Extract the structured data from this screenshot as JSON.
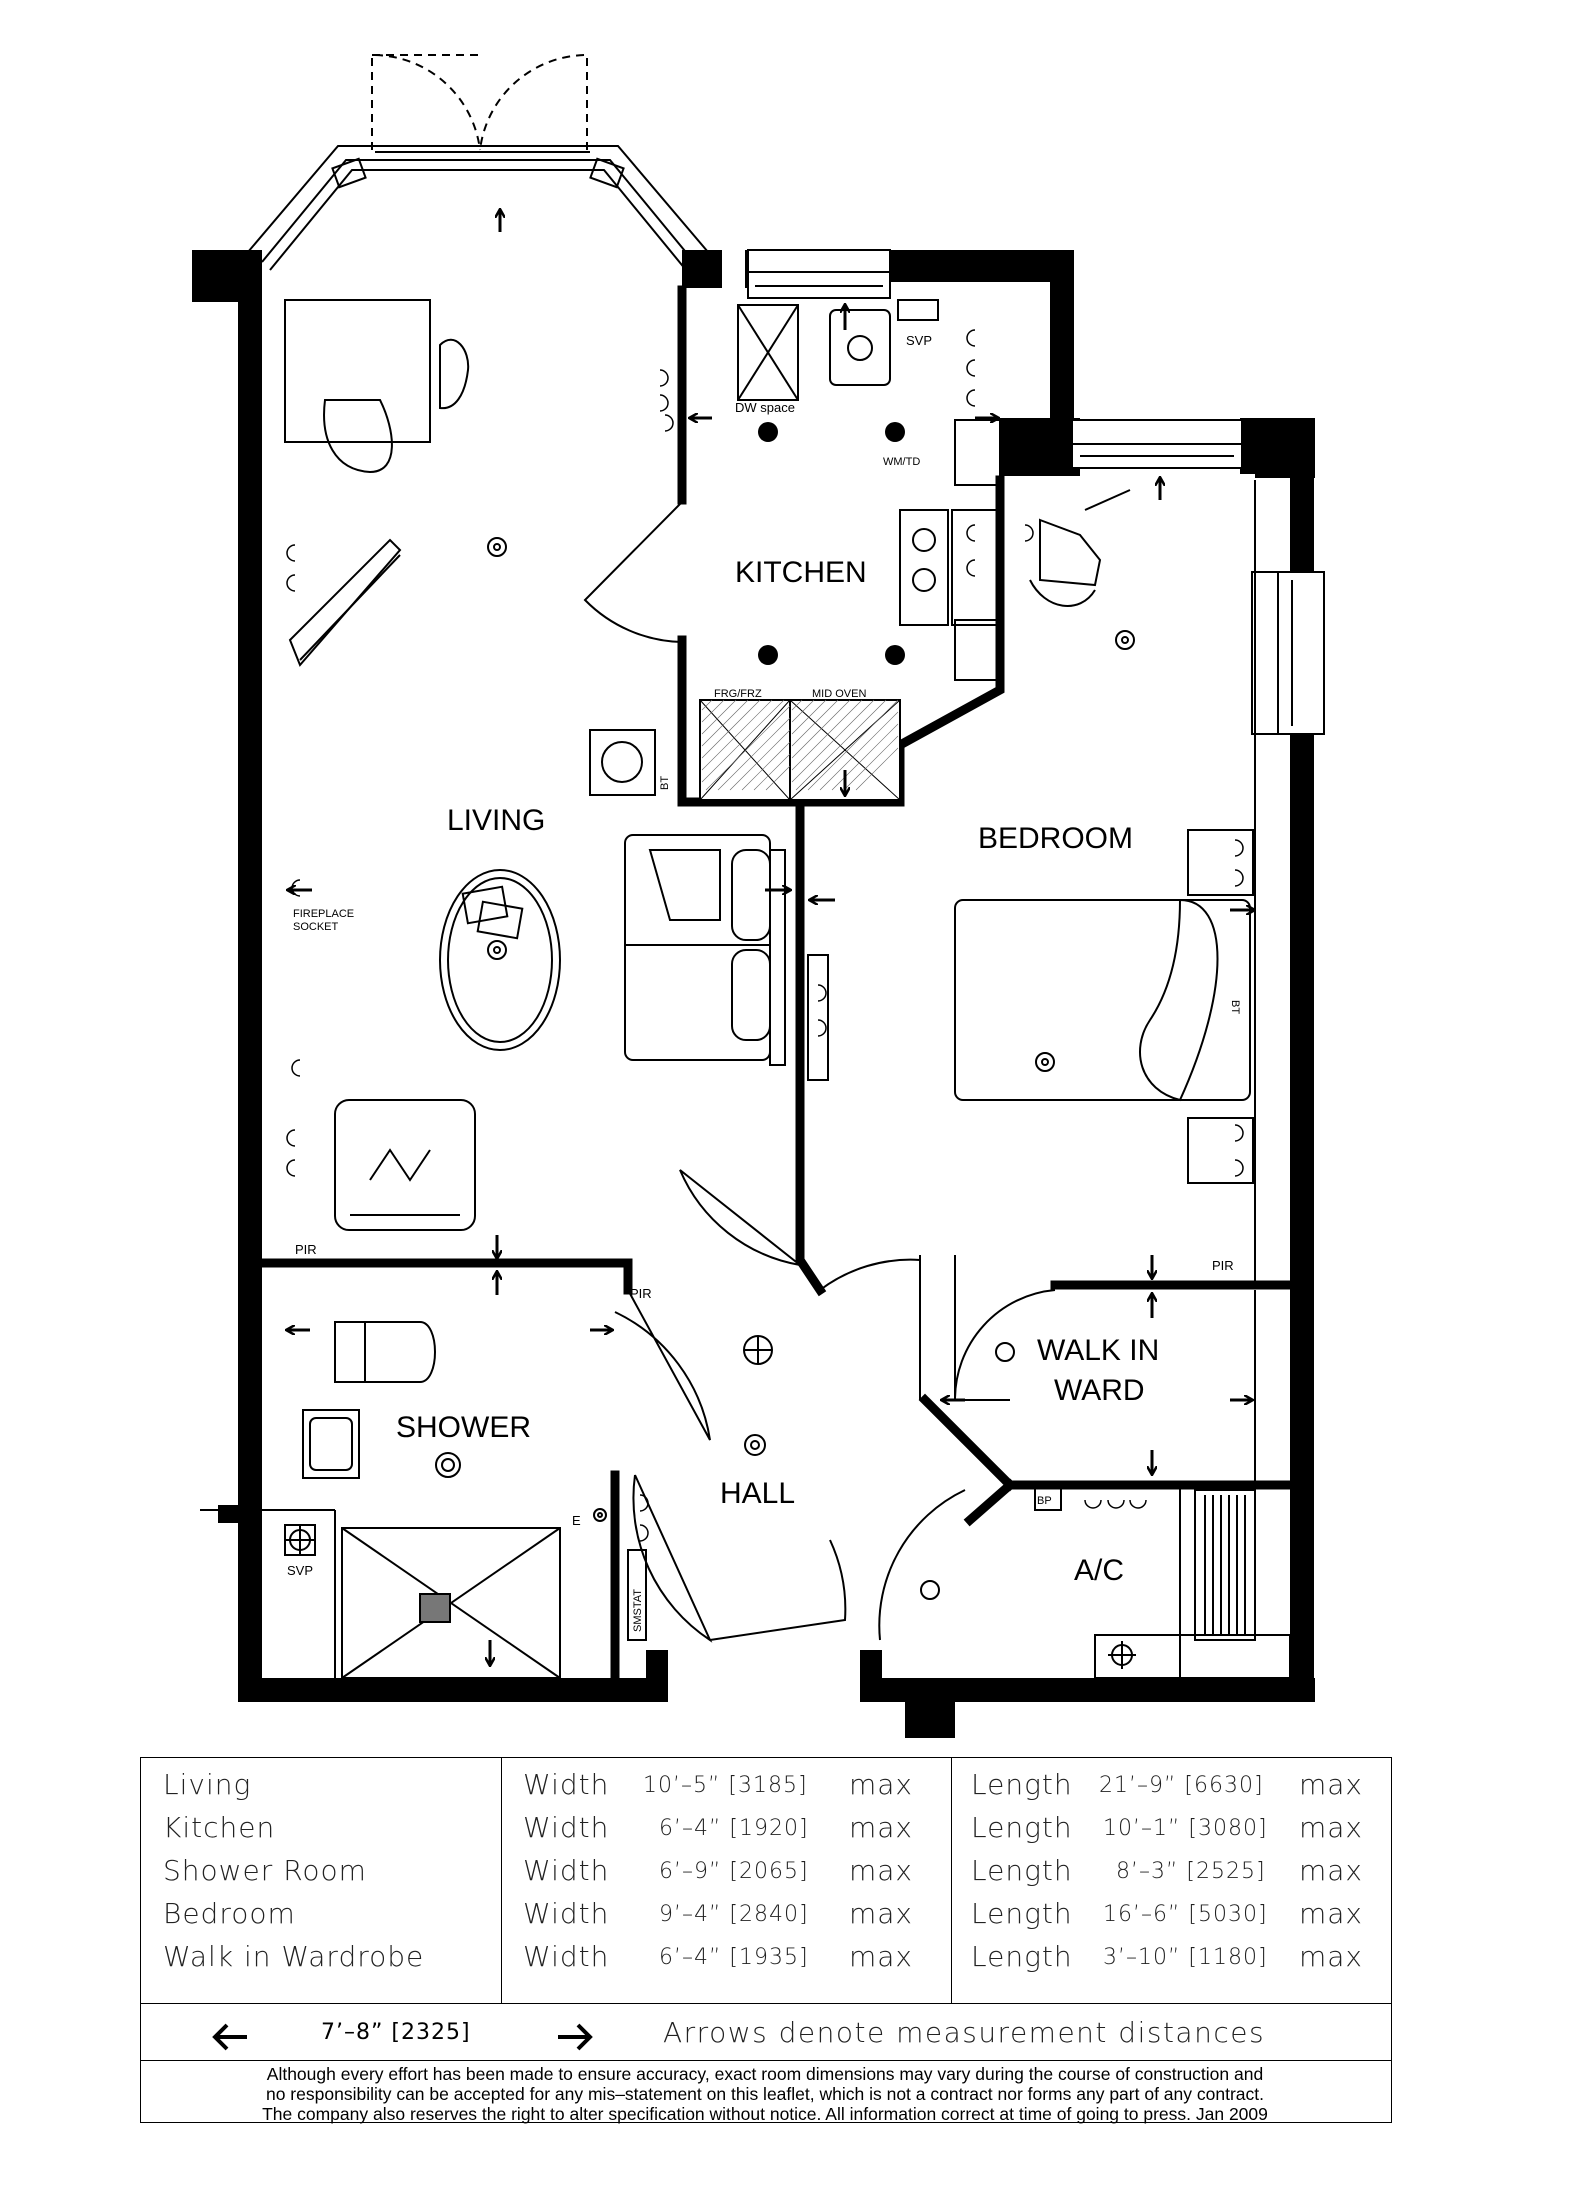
{
  "rooms": {
    "living": "LIVING",
    "kitchen": "KITCHEN",
    "bedroom": "BEDROOM",
    "shower": "SHOWER",
    "hall": "HALL",
    "walk_in_1": "WALK IN",
    "walk_in_2": "WARD",
    "ac": "A/C"
  },
  "fixtures": {
    "dw_space": "DW space",
    "svp_kitchen": "SVP",
    "wm_td": "WM/TD",
    "frg_frz": "FRG/FRZ",
    "mid_oven": "MID OVEN",
    "fireplace_1": "FIREPLACE",
    "fireplace_2": "SOCKET",
    "pir_living": "PIR",
    "pir_hall": "PIR",
    "pir_bedroom": "PIR",
    "svp_shower": "SVP",
    "e_label": "E",
    "smstat": "SMSTAT",
    "bp": "BP",
    "bt_living": "BT",
    "bt_bedroom": "BT"
  },
  "legend": {
    "rows": [
      {
        "room": "Living",
        "w_label": "Width",
        "width": "10’–5” [3185]",
        "w_max": "max",
        "l_label": "Length",
        "length": "21’–9” [6630]",
        "l_max": "max"
      },
      {
        "room": "Kitchen",
        "w_label": "Width",
        "width": "6’–4” [1920]",
        "w_max": "max",
        "l_label": "Length",
        "length": "10’–1” [3080]",
        "l_max": "max"
      },
      {
        "room": "Shower Room",
        "w_label": "Width",
        "width": "6’–9” [2065]",
        "w_max": "max",
        "l_label": "Length",
        "length": "8’–3” [2525]",
        "l_max": "max"
      },
      {
        "room": "Bedroom",
        "w_label": "Width",
        "width": "9’–4” [2840]",
        "w_max": "max",
        "l_label": "Length",
        "length": "16’–6” [5030]",
        "l_max": "max"
      },
      {
        "room": "Walk in Wardrobe",
        "w_label": "Width",
        "width": "6’–4” [1935]",
        "w_max": "max",
        "l_label": "Length",
        "length": "3’–10” [1180]",
        "l_max": "max"
      }
    ],
    "arrow_dim": "7’–8” [2325]",
    "arrow_note": "Arrows denote measurement distances",
    "disclaimer": [
      "Although every effort has been made to ensure accuracy, exact room dimensions may vary during the course of construction and",
      "no responsibility can be accepted for any mis–statement on this leaflet, which is not a contract nor forms any part of any contract.",
      "The company also reserves the right to alter specification without notice. All information correct at time of going to press. Jan 2009"
    ]
  }
}
